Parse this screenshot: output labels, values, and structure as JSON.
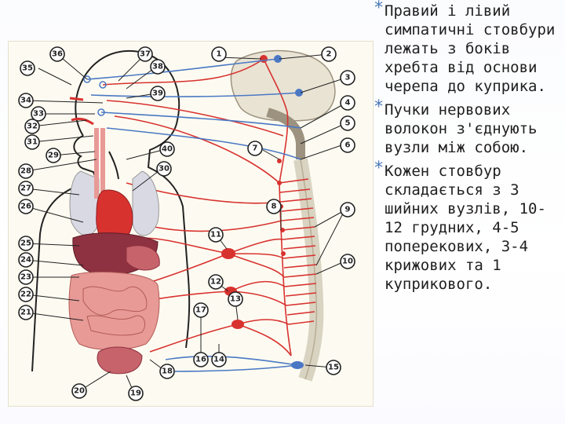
{
  "bullets": [
    {
      "mark": "*",
      "text": "Правий і лівий симпатичні стовбури лежать з боків хребта від основи черепа до куприка."
    },
    {
      "mark": "*",
      "text": "Пучки нервових волокон з'єднують вузли між собою."
    },
    {
      "mark": "*",
      "text": "Кожен стовбур складається з 3 шийних вузлів, 10-12 грудних, 4-5 поперекових, 3-4 крижових та 1 куприкового."
    }
  ],
  "diagram": {
    "callouts": [
      "1",
      "2",
      "3",
      "4",
      "5",
      "6",
      "7",
      "8",
      "9",
      "10",
      "11",
      "12",
      "13",
      "14",
      "15",
      "16",
      "17",
      "18",
      "19",
      "20",
      "21",
      "22",
      "23",
      "24",
      "25",
      "26",
      "27",
      "28",
      "29",
      "30",
      "31",
      "32",
      "33",
      "34",
      "35",
      "36",
      "37",
      "38",
      "39",
      "40"
    ],
    "colors": {
      "sympathetic": "#d8322f",
      "parasympathetic": "#4a78c4",
      "organ": "#e89a96",
      "liver": "#8e3140",
      "lung": "#d9d9e4",
      "brain": "#e9e3d4",
      "outline": "#222222"
    }
  }
}
